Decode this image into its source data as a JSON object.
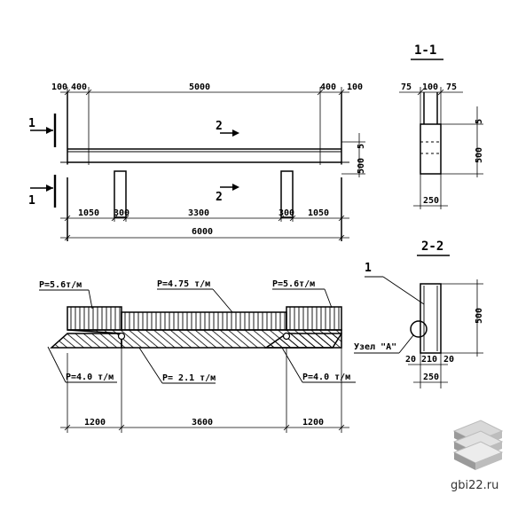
{
  "section_titles": {
    "s11": "1-1",
    "s22": "2-2"
  },
  "cut_marks": {
    "c1": "1",
    "c2": "2"
  },
  "elevation_dims": {
    "top": [
      "100",
      "400",
      "5000",
      "400",
      "100"
    ],
    "bottom": [
      "1050",
      "300",
      "3300",
      "300",
      "1050"
    ],
    "total": "6000",
    "right_5": "5",
    "right_500": "500"
  },
  "section11_dims": {
    "top": [
      "75",
      "100",
      "75"
    ],
    "right_5": "5",
    "right_500": "500",
    "bottom": "250"
  },
  "section22_dims": {
    "bottom_row": [
      "20",
      "210",
      "20"
    ],
    "bottom": "250",
    "right_500": "500"
  },
  "section22_labels": {
    "leader": "1",
    "node": "Узел \"А\""
  },
  "loads": {
    "p_left_top": "P=5.6т/м",
    "p_mid_top": "P=4.75 т/м",
    "p_right_top": "P=5.6т/м",
    "p_left_bot": "P=4.0 т/м",
    "p_mid_bot": "P= 2.1 т/м",
    "p_right_bot": "P=4.0 т/м"
  },
  "load_dims": [
    "1200",
    "3600",
    "1200"
  ],
  "watermark": {
    "site": "gbi22.ru",
    "logo": "stacked-slabs-logo"
  }
}
